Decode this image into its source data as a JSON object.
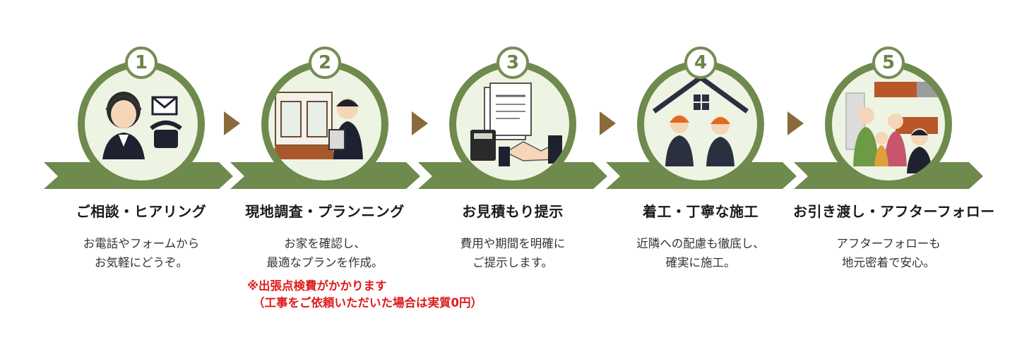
{
  "colors": {
    "ribbon": "#6e8a4c",
    "ribbon_light": "#768d54",
    "circle_bg": "#eef4e3",
    "arrow": "#8a6a3a",
    "note": "#e01a1a"
  },
  "steps": [
    {
      "number": "1",
      "title": "ご相談・ヒアリング",
      "desc": [
        "お電話やフォームから",
        "お気軽にどうぞ。"
      ],
      "icon": "headset-operator-icon"
    },
    {
      "number": "2",
      "title": "現地調査・プランニング",
      "desc": [
        "お家を確認し、",
        "最適なプランを作成。"
      ],
      "icon": "site-survey-icon"
    },
    {
      "number": "3",
      "title": "お見積もり提示",
      "desc": [
        "費用や期間を明確に",
        "ご提示します。"
      ],
      "icon": "estimate-handshake-icon"
    },
    {
      "number": "4",
      "title": "着工・丁寧な施工",
      "desc": [
        "近隣への配慮も徹底し、",
        "確実に施工。"
      ],
      "icon": "construction-workers-icon"
    },
    {
      "number": "5",
      "title": "お引き渡し・アフターフォロー",
      "desc": [
        "アフターフォローも",
        "地元密着で安心。"
      ],
      "icon": "family-handover-icon"
    }
  ],
  "note": {
    "line1": "※出張点検費がかかります",
    "line2": "（工事をご依頼いただいた場合は実質0円）"
  }
}
